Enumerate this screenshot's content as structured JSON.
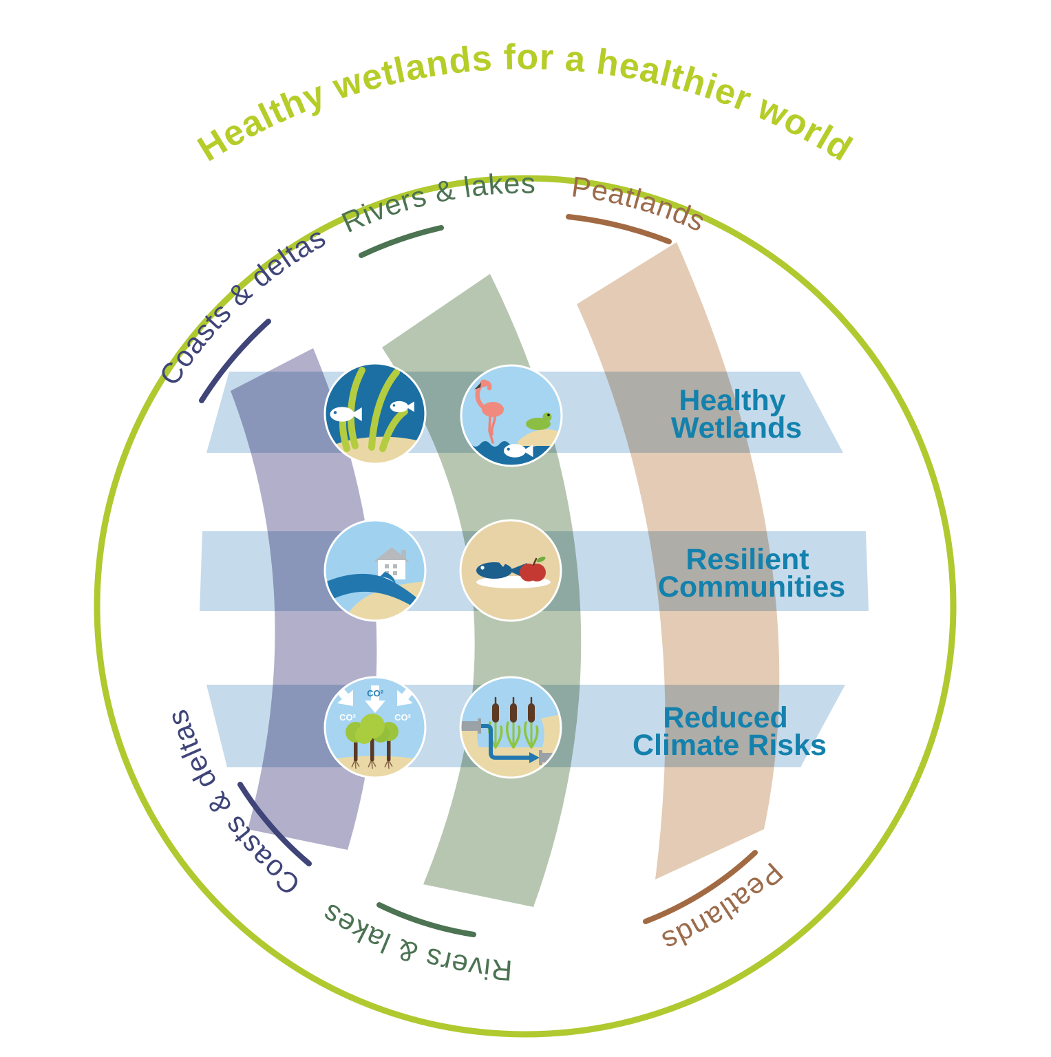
{
  "title": {
    "text": "Healthy wetlands for a healthier world",
    "color": "#b6cd29"
  },
  "outer_circle_color": "#afc92f",
  "wetland_types": {
    "coasts": {
      "label": "Coasts & deltas",
      "text_color": "#3f4578",
      "band_color": "#b1afca"
    },
    "rivers": {
      "label": "Rivers & lakes",
      "text_color": "#4c7352",
      "band_color": "#b7c6b0"
    },
    "peatlands": {
      "label": "Peatlands",
      "text_color": "#9b6b4b",
      "band_color": "#e3cbb5"
    }
  },
  "outcomes": {
    "text_color": "#1481ad",
    "band_color": "#c5daeb",
    "healthy_wetlands": {
      "line1": "Healthy",
      "line2": "Wetlands"
    },
    "resilient_communities": {
      "line1": "Resilient",
      "line2": "Communities"
    },
    "reduced_climate_risks": {
      "line1": "Reduced",
      "line2": "Climate Risks"
    }
  },
  "icons": {
    "coastal_wetland": {
      "name": "seagrass-fish-icon"
    },
    "river_wildlife": {
      "name": "flamingo-frog-fish-icon"
    },
    "flood_protection": {
      "name": "house-wave-icon"
    },
    "food_security": {
      "name": "fish-apple-plate-icon"
    },
    "carbon_storage": {
      "name": "co2-trees-icon",
      "co2_label": "CO²"
    },
    "water_filtration": {
      "name": "reeds-pipes-filtration-icon"
    }
  }
}
